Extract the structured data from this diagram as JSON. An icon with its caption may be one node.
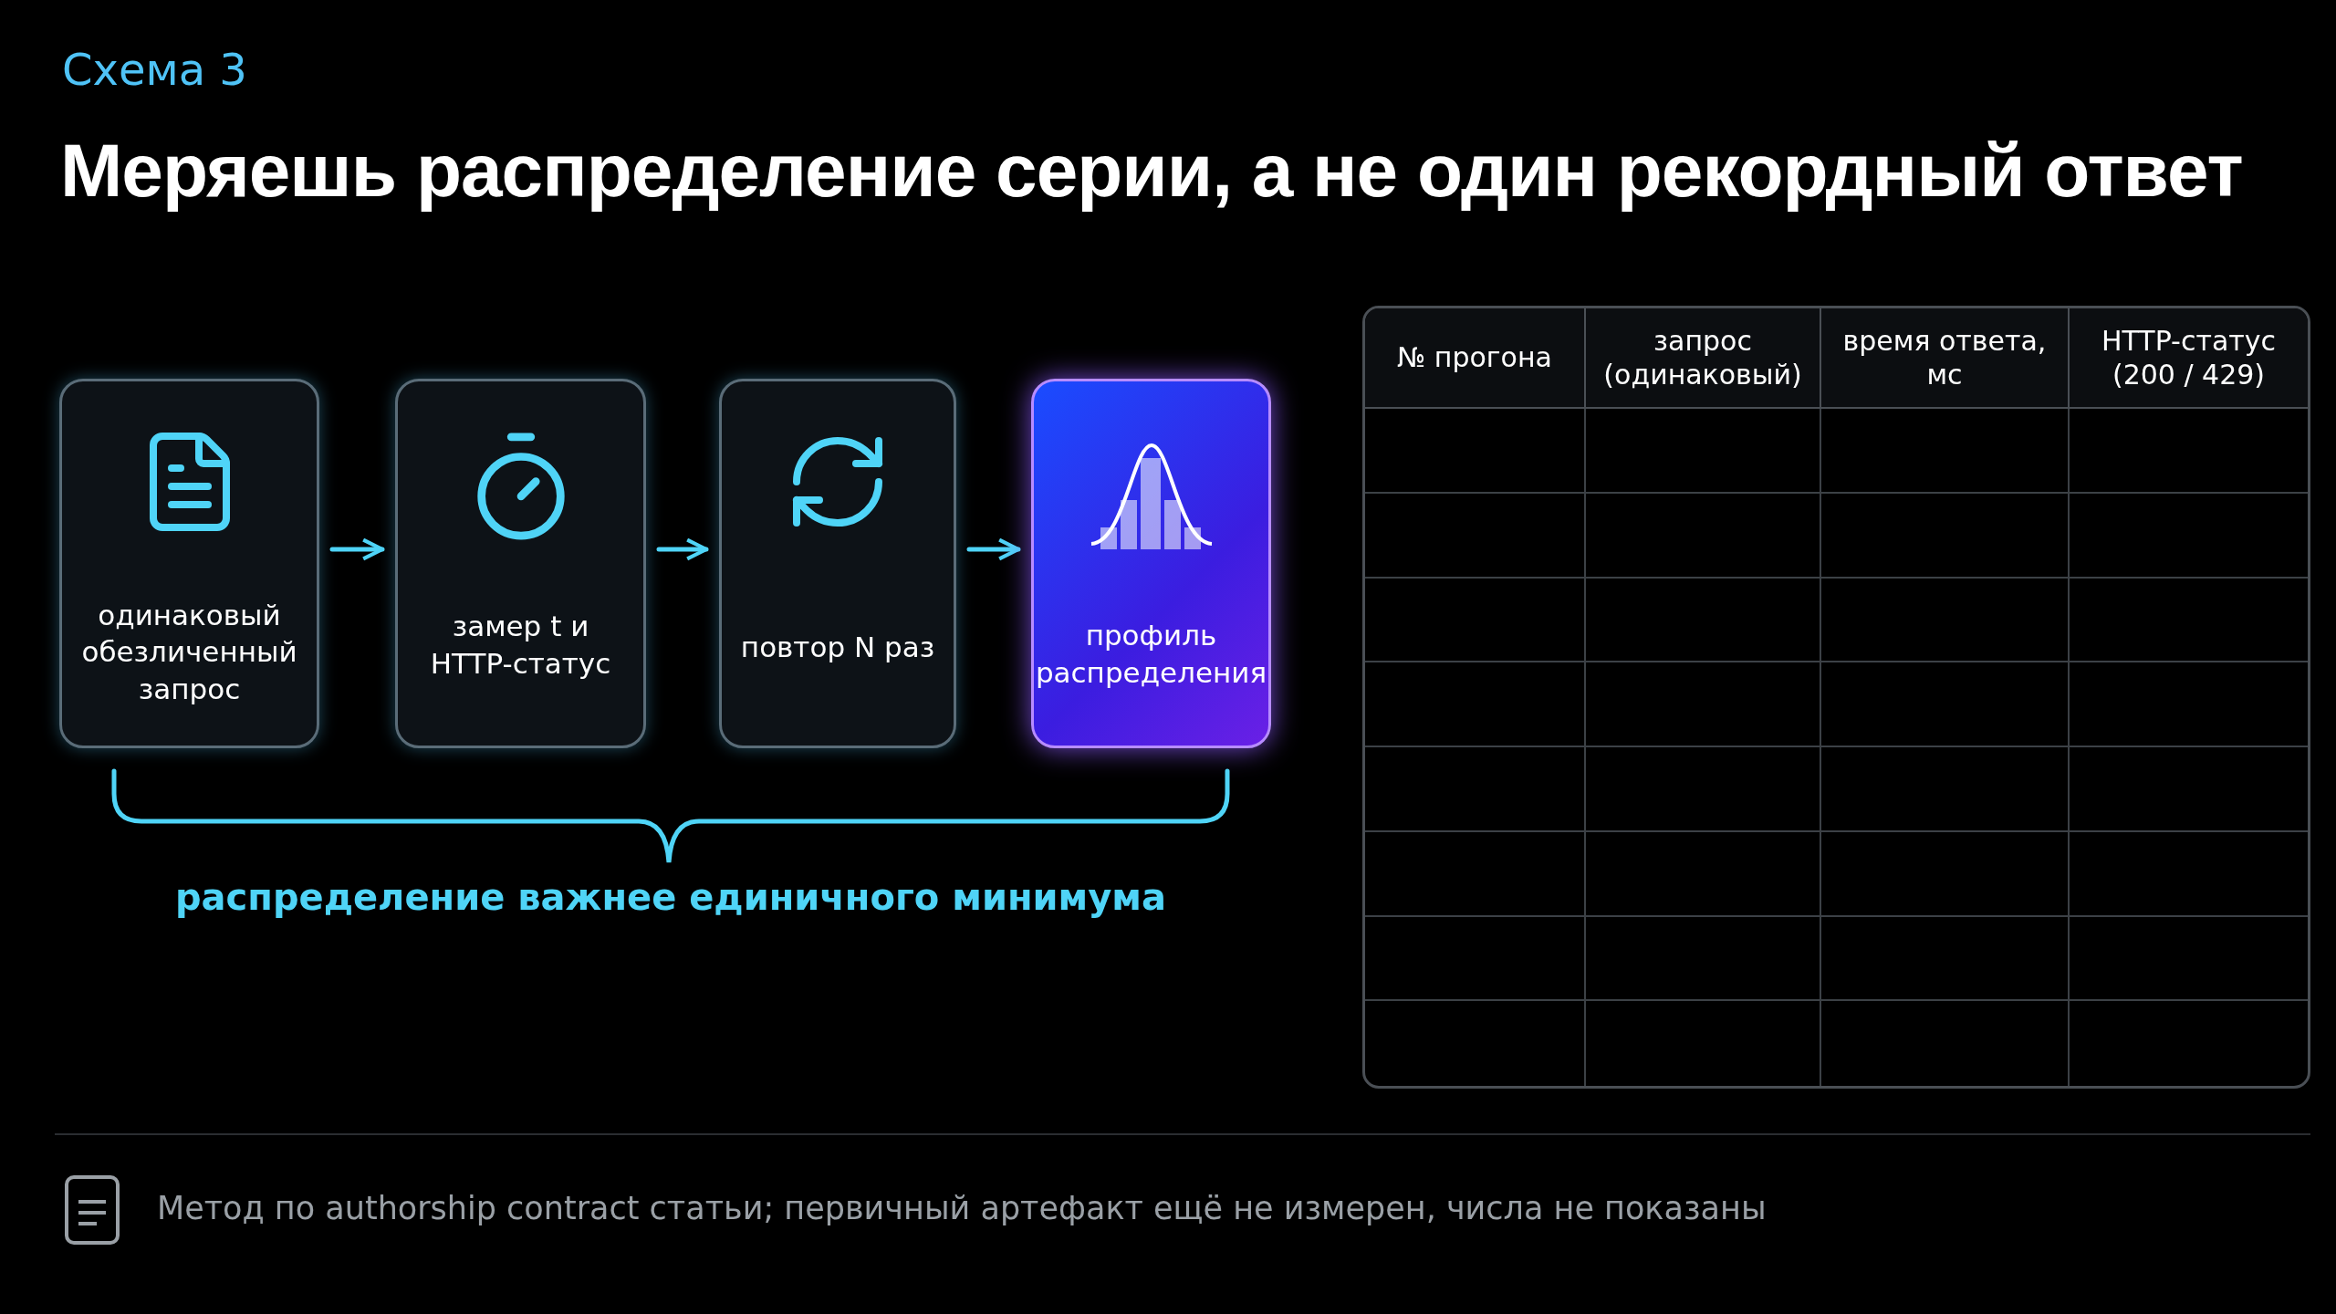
{
  "diagram": {
    "title": "Меряешь распределение серии, а не один рекордный ответ",
    "caption": "Метод по authorship contract статьи; первичный артефакт ещё не измерен, числа не показаны",
    "nodes": [
      {
        "text": [
          "одинаковый обезличенный запрос"
        ]
      },
      {
        "text": [
          "замер t и HTTP-статус"
        ]
      },
      {
        "text": [
          "повтор N раз"
        ]
      },
      {
        "text": [
          "профиль распределения"
        ]
      }
    ],
    "edges": [
      {
        "from": 0,
        "to": 1,
        "arrow": "to"
      },
      {
        "from": 1,
        "to": 2,
        "arrow": "to"
      },
      {
        "from": 2,
        "to": 3,
        "arrow": "to"
      }
    ],
    "labels": [
      "Схема 3",
      "распределение важнее единичного минимума",
      "№ прогона",
      "запрос (одинаковый)",
      "время ответа, мс",
      "HTTP-статус (200 / 429)"
    ]
  }
}
